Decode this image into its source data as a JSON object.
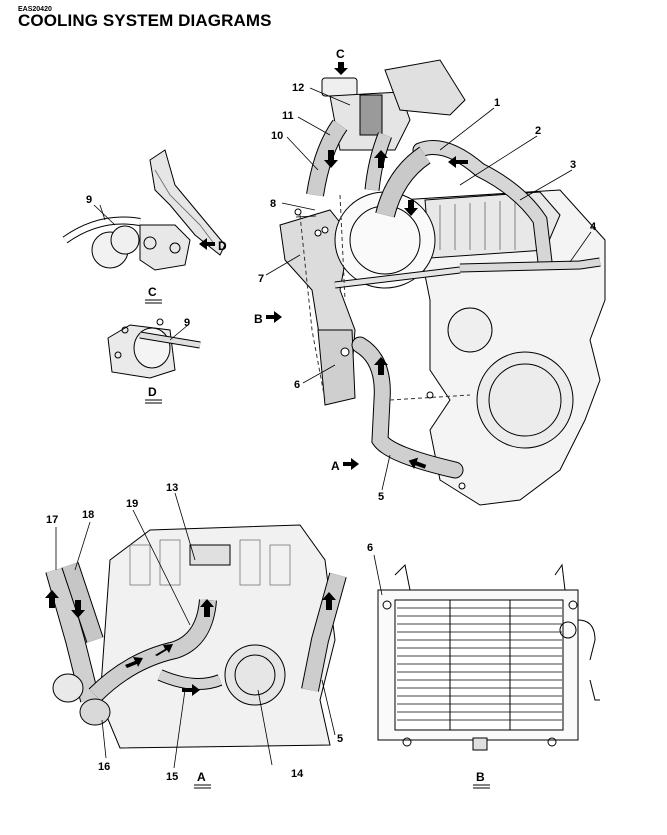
{
  "header": {
    "code": "EAS20420",
    "title": "COOLING SYSTEM DIAGRAMS"
  },
  "callouts": [
    "1",
    "2",
    "3",
    "4",
    "5",
    "6",
    "7",
    "8",
    "9",
    "10",
    "11",
    "12",
    "13",
    "14",
    "15",
    "16",
    "17",
    "18",
    "19"
  ],
  "views": {
    "C": "C",
    "D": "D",
    "A": "A",
    "B": "B"
  },
  "pointers": {
    "A": "A",
    "B": "B",
    "C": "C",
    "D": "D"
  }
}
